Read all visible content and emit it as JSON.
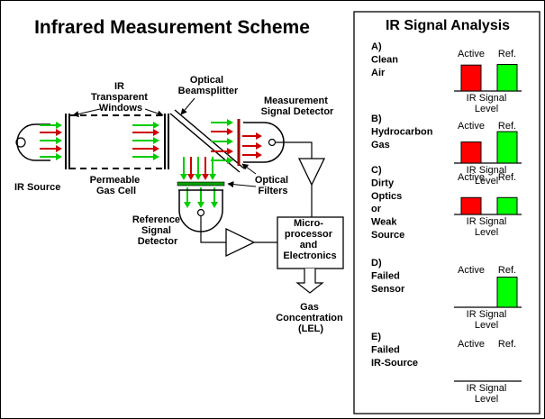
{
  "title": "Infrared Measurement Scheme",
  "labels": {
    "ir_transparent_windows": [
      "IR",
      "Transparent",
      "Windows"
    ],
    "optical_beamsplitter": [
      "Optical",
      "Beamsplitter"
    ],
    "measurement_detector": [
      "Measurement",
      "Signal Detector"
    ],
    "ir_source": "IR Source",
    "permeable_gas_cell": [
      "Permeable",
      "Gas Cell"
    ],
    "optical_filters": [
      "Optical",
      "Filters"
    ],
    "reference_detector": [
      "Reference",
      "Signal",
      "Detector"
    ],
    "microprocessor": [
      "Micro-",
      "processor",
      "and",
      "Electronics"
    ],
    "gas_concentration": [
      "Gas",
      "Concentration",
      "(LEL)"
    ]
  },
  "panel": {
    "title": "IR Signal Analysis",
    "active_label": "Active",
    "ref_label": "Ref.",
    "axis_label": [
      "IR Signal",
      "Level"
    ],
    "cases": [
      {
        "lines": [
          "A)",
          "Clean",
          "Air"
        ],
        "active": 0.8,
        "ref": 0.82
      },
      {
        "lines": [
          "B)",
          "Hydrocarbon",
          "Gas"
        ],
        "active": 0.65,
        "ref": 0.97
      },
      {
        "lines": [
          "C)",
          "Dirty",
          "Optics",
          "or",
          "Weak",
          "Source"
        ],
        "active": 0.52,
        "ref": 0.52
      },
      {
        "lines": [
          "D)",
          "Failed",
          "Sensor"
        ],
        "active": 0.0,
        "ref": 0.93
      },
      {
        "lines": [
          "E)",
          "Failed",
          "IR-Source"
        ],
        "active": 0.0,
        "ref": 0.0
      }
    ]
  },
  "colors": {
    "active": "#ff0000",
    "ref": "#00ff00",
    "arrow_red": "#cc0000",
    "arrow_green": "#00cc00",
    "filter": "#00a000"
  }
}
